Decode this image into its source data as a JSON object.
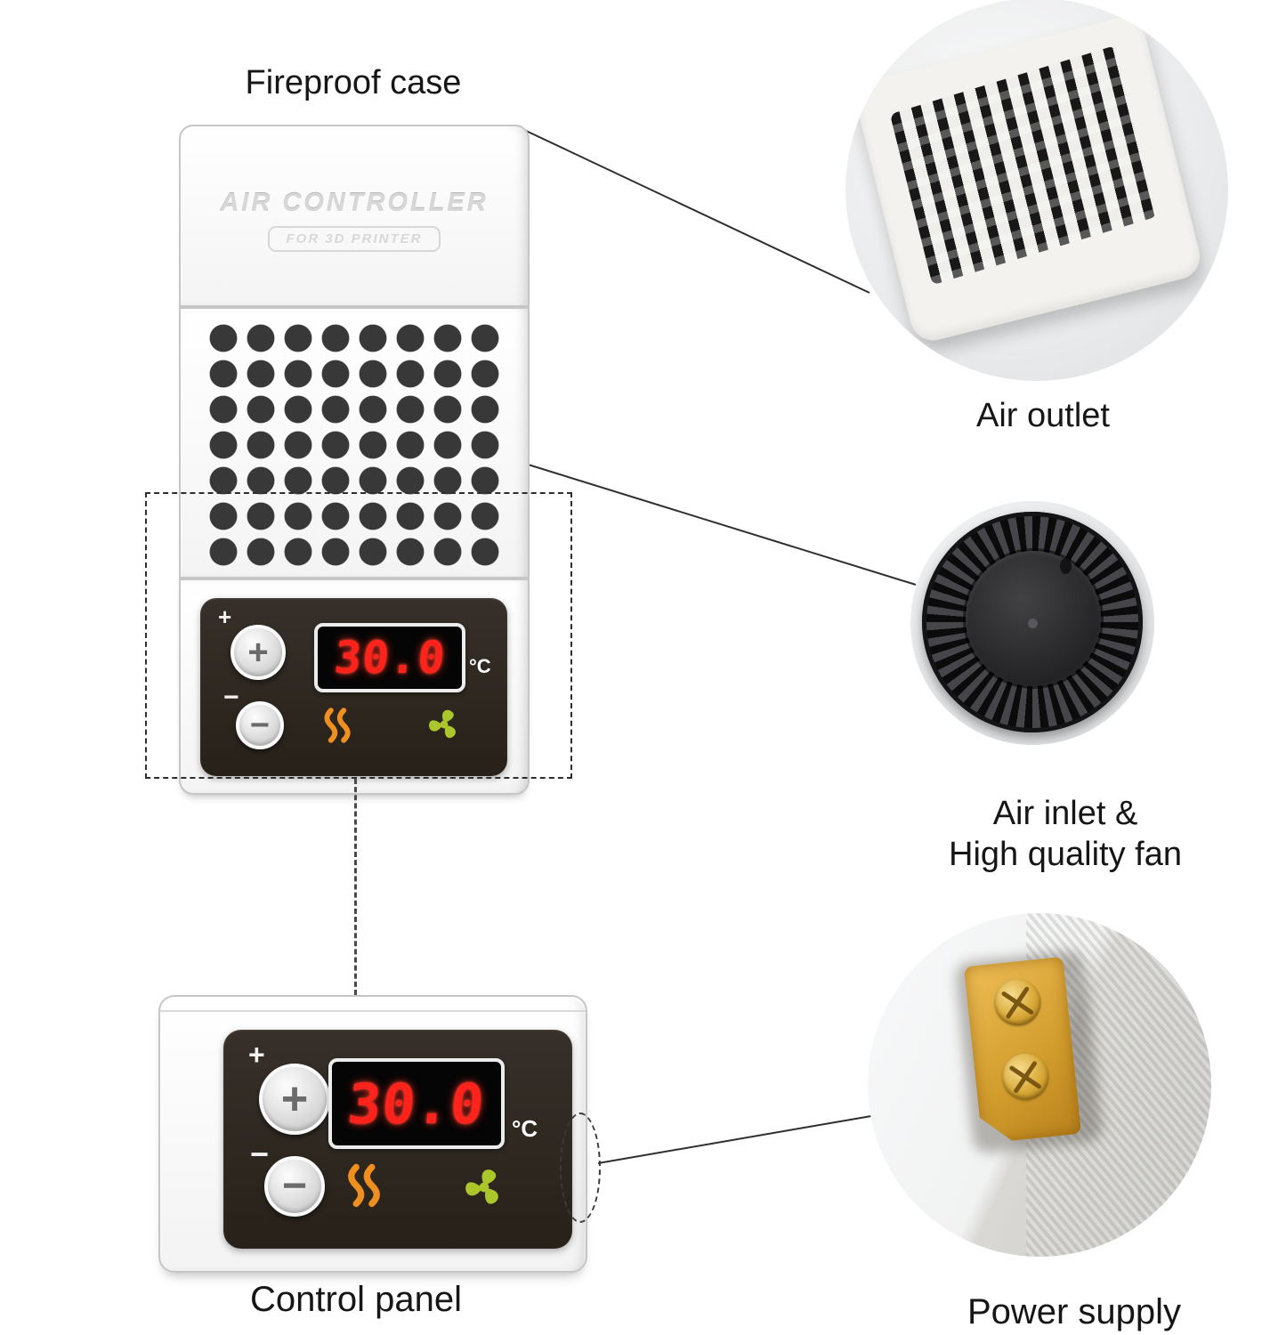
{
  "labels": {
    "fireproof_case": "Fireproof case",
    "air_outlet": "Air outlet",
    "air_inlet_line1": "Air inlet &",
    "air_inlet_line2": "High quality fan",
    "control_panel": "Control panel",
    "power_supply": "Power supply"
  },
  "device": {
    "brand_line1": "AIR CONTROLLER",
    "brand_line2": "FOR 3D PRINTER",
    "panel": {
      "plus_label": "+",
      "minus_label": "−",
      "temperature": "30.0",
      "unit": "°C"
    }
  },
  "enlarged_panel": {
    "plus_label": "+",
    "minus_label": "−",
    "temperature": "30.0",
    "unit": "°C"
  },
  "icons": {
    "heat_indicator": "heat-waves-icon",
    "fan_indicator": "fan-blades-icon"
  },
  "colors": {
    "display_red": "#ff231b",
    "heat_orange": "#ef8f1f",
    "fan_green": "#abc62a",
    "connector_yellow": "#d9a938",
    "panel_dark": "#2e2823"
  }
}
